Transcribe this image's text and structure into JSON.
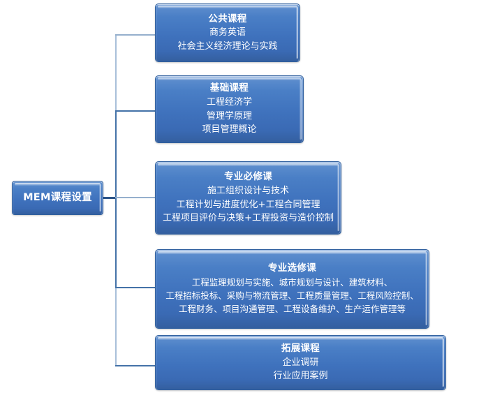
{
  "diagram": {
    "title": "MEM课程设置",
    "type": "hierarchy-tree",
    "colors": {
      "node_fill_light": "#7ba3d8",
      "node_fill_dark": "#345f9f",
      "node_border": "#2f5f9e",
      "connector": "#4472a8",
      "text": "#ffffff",
      "background": "#ffffff"
    },
    "root": {
      "label": "MEM课程设置"
    },
    "nodes": [
      {
        "title": "公共课程",
        "lines": [
          "商务英语",
          "社会主义经济理论与实践"
        ]
      },
      {
        "title": "基础课程",
        "lines": [
          "工程经济学",
          "管理学原理",
          "项目管理概论"
        ]
      },
      {
        "title": "专业必修课",
        "lines": [
          "施工组织设计与技术",
          "工程计划与进度优化+工程合同管理",
          "工程项目评价与决策+工程投资与造价控制"
        ]
      },
      {
        "title": "专业选修课",
        "lines": [
          "工程监理规划与实施、城市规划与设计、建筑材料、",
          "工程招标投标、采购与物流管理、工程质量管理、工程风险控制、",
          "工程财务、项目沟通管理、工程设备维护、生产运作管理等"
        ]
      },
      {
        "title": "拓展课程",
        "lines": [
          "企业调研",
          "行业应用案例"
        ]
      }
    ]
  }
}
